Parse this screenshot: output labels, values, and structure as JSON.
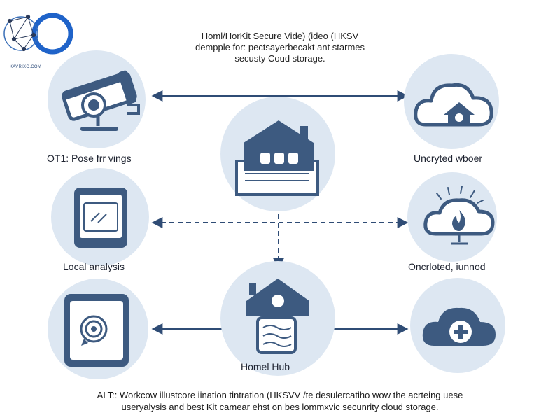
{
  "logo": {
    "text": "KAVRIXO.COM"
  },
  "title": {
    "line1": "Homl/HorKit Secure Vide) (ideo (HKSV",
    "line2": "dempple for: pectsayerbecakt ant starmes",
    "line3": "secusty Coud storage."
  },
  "nodes": {
    "camera": {
      "label": "OT1: Pose frr vings",
      "icon": "security-camera-icon"
    },
    "cloud_top": {
      "label": "Uncryted wboer",
      "icon": "cloud-home-icon"
    },
    "home_center": {
      "label": "",
      "icon": "home-document-icon"
    },
    "tablet": {
      "label": "Local analysis",
      "icon": "tablet-signal-icon"
    },
    "cloud_mid": {
      "label": "Oncrloted, iunnod",
      "icon": "cloud-fire-icon"
    },
    "hub": {
      "label": "Homel Hub",
      "icon": "home-hub-icon"
    },
    "phone": {
      "label": "",
      "icon": "phone-target-icon"
    },
    "cloud_bottom": {
      "label": "",
      "icon": "cloud-plus-icon"
    }
  },
  "caption": {
    "line1": "ALT:: Workcow illustcore iination tintration (HKSVV /te desulercatiho wow the acrteing uese",
    "line2": "useryalysis and best Kit camear ehst on bes lommxvic secunrity cloud storage."
  },
  "colors": {
    "circle_fill": "#dde7f2",
    "icon_dark": "#3d5a80",
    "arrow": "#2f4c75",
    "logo_blue": "#1f63c9"
  }
}
